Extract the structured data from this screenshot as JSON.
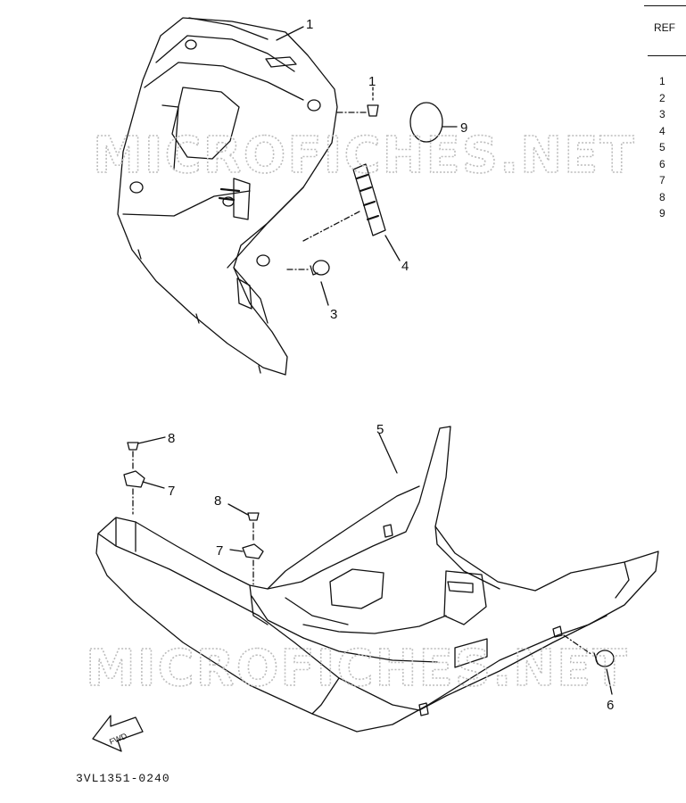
{
  "watermark": "MICROFICHES.NET",
  "ref_panel": {
    "header": "REF",
    "items": [
      "1",
      "2",
      "3",
      "4",
      "5",
      "6",
      "7",
      "8",
      "9"
    ]
  },
  "callouts": {
    "c1": "1",
    "c2": "1",
    "c3": "3",
    "c4": "4",
    "c5": "5",
    "c6": "6",
    "c7a": "7",
    "c7b": "7",
    "c8a": "8",
    "c8b": "8",
    "c9": "9"
  },
  "fwd_label": "FWD",
  "diagram_code": "3VL1351-0240"
}
